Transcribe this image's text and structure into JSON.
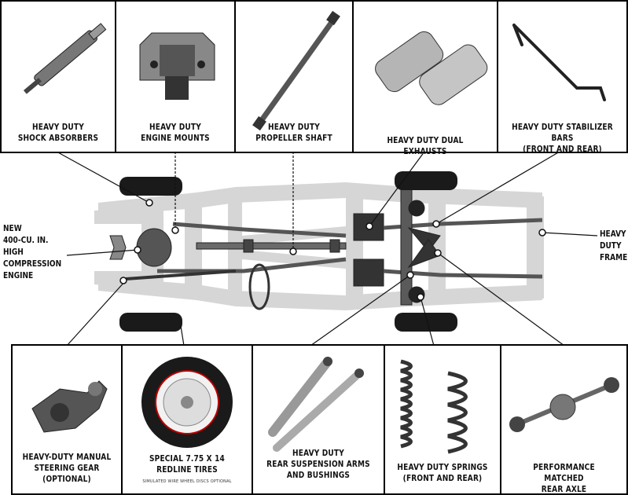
{
  "top_panels": [
    {
      "line1": "HEAVY DUTY",
      "line2": "SHOCK ABSORBERS"
    },
    {
      "line1": "HEAVY DUTY",
      "line2": "ENGINE MOUNTS"
    },
    {
      "line1": "HEAVY DUTY",
      "line2": "PROPELLER SHAFT"
    },
    {
      "line1": "HEAVY DUTY DUAL EXHAUSTS",
      "line2": ""
    },
    {
      "line1": "HEAVY DUTY STABILIZER BARS",
      "line2": "(FRONT AND REAR)"
    }
  ],
  "bottom_panels": [
    {
      "line1": "HEAVY-DUTY MANUAL",
      "line2": "STEERING GEAR",
      "line3": "(OPTIONAL)"
    },
    {
      "line1": "SPECIAL 7.75 x 14",
      "line2": "REDLINE TIRES",
      "line3": "SIMULATED WIRE WHEEL DISCS OPTIONAL"
    },
    {
      "line1": "HEAVY DUTY",
      "line2": "REAR SUSPENSION ARMS",
      "line3": "AND BUSHINGS"
    },
    {
      "line1": "HEAVY DUTY SPRINGS",
      "line2": "(FRONT AND REAR)",
      "line3": ""
    },
    {
      "line1": "PERFORMANCE MATCHED",
      "line2": "REAR AXLE",
      "line3": ""
    }
  ],
  "engine_label": [
    "NEW",
    "400-CU. IN.",
    "HIGH",
    "COMPRESSION",
    "ENGINE"
  ],
  "frame_label": [
    "HEAVY",
    "DUTY",
    "FRAME"
  ],
  "colors": {
    "frame": "#d4d4d4",
    "frame_dark": "#555555",
    "ink": "#111111",
    "tire": "#1a1a1a"
  }
}
